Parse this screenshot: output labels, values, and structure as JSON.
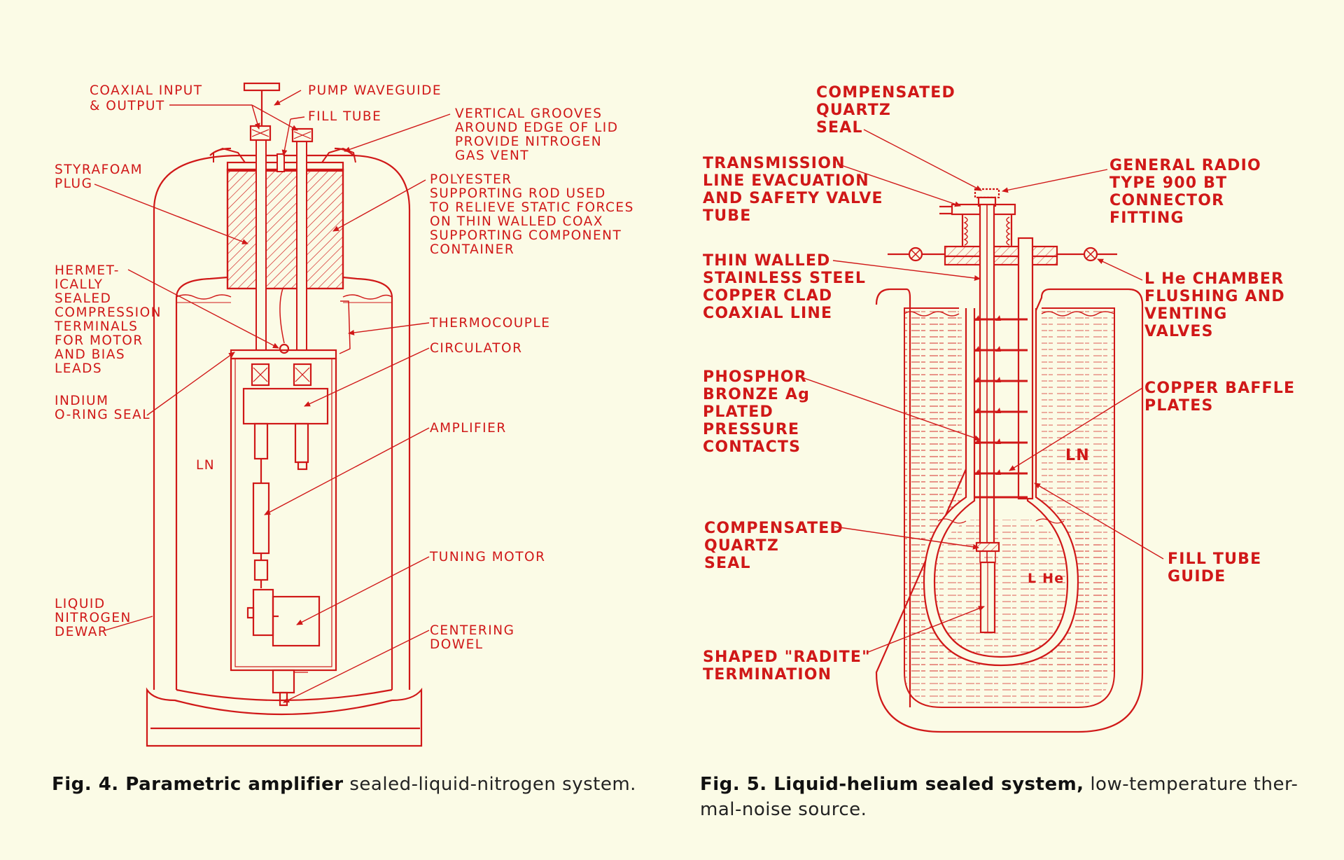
{
  "figures": [
    {
      "caption_bold": "Fig. 4. Parametric amplifier",
      "caption_rest": " sealed-liquid-nitrogen system.",
      "labels": {
        "coaxial_io": [
          "COAXIAL INPUT",
          "& OUTPUT"
        ],
        "pump_waveguide": "PUMP WAVEGUIDE",
        "fill_tube": "FILL TUBE",
        "vertical_grooves": [
          "VERTICAL GROOVES",
          "AROUND EDGE OF LID",
          "PROVIDE NITROGEN",
          "GAS VENT"
        ],
        "styrafoam_plug": [
          "STYRAFOAM",
          "PLUG"
        ],
        "polyester": [
          "POLYESTER",
          "SUPPORTING ROD USED",
          "TO RELIEVE STATIC FORCES",
          "ON THIN WALLED COAX",
          "SUPPORTING COMPONENT",
          "CONTAINER"
        ],
        "hermetic": [
          "HERMET-",
          "ICALLY",
          "SEALED",
          "COMPRESSION",
          "TERMINALS",
          "FOR MOTOR",
          "AND BIAS",
          "LEADS"
        ],
        "thermocouple": "THERMOCOUPLE",
        "circulator": "CIRCULATOR",
        "indium": [
          "INDIUM",
          "O-RING SEAL"
        ],
        "amplifier": "AMPLIFIER",
        "ln": "LN",
        "tuning_motor": "TUNING MOTOR",
        "liquid_nitrogen_dewar": [
          "LIQUID",
          "NITROGEN",
          "DEWAR"
        ],
        "centering_dowel": [
          "CENTERING",
          "DOWEL"
        ]
      }
    },
    {
      "caption_bold": "Fig. 5. Liquid-helium sealed system,",
      "caption_rest": " low-temperature ther-",
      "caption_line2": "mal-noise source.",
      "labels": {
        "compensated_quartz_seal_top": [
          "COMPENSATED",
          "QUARTZ",
          "SEAL"
        ],
        "transmission_line": [
          "TRANSMISSION",
          "LINE EVACUATION",
          "AND SAFETY VALVE",
          "TUBE"
        ],
        "general_radio": [
          "GENERAL RADIO",
          "TYPE 900 BT",
          "CONNECTOR",
          "FITTING"
        ],
        "thin_walled": [
          "THIN WALLED",
          "STAINLESS STEEL",
          "COPPER CLAD",
          "COAXIAL LINE"
        ],
        "lhe_chamber": [
          "L He CHAMBER",
          "FLUSHING AND",
          "VENTING",
          "VALVES"
        ],
        "phosphor_bronze": [
          "PHOSPHOR",
          "BRONZE Ag",
          "PLATED",
          "PRESSURE",
          "CONTACTS"
        ],
        "copper_baffle": [
          "COPPER BAFFLE",
          "PLATES"
        ],
        "ln": "LN",
        "compensated_quartz_seal_bottom": [
          "COMPENSATED",
          "QUARTZ",
          "SEAL"
        ],
        "lhe": "L He",
        "fill_tube_guide": [
          "FILL TUBE",
          "GUIDE"
        ],
        "shaped_radite": [
          "SHAPED \"RADITE\"",
          "TERMINATION"
        ]
      }
    }
  ],
  "colors": {
    "ink": "#d01818",
    "paper": "#fbfbe6",
    "caption": "#111111"
  }
}
